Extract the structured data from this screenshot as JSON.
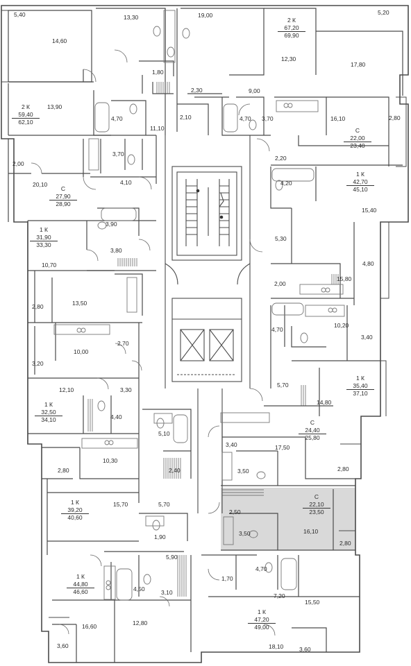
{
  "colors": {
    "wall": "#4a4a4a",
    "highlight": "#d9d9d9",
    "fixture": "#777777"
  },
  "areas": {
    "a_5_40": "5,40",
    "a_13_30": "13,30",
    "a_19_00": "19,00",
    "a_5_20": "5,20",
    "a_14_60": "14,60",
    "a_12_30": "12,30",
    "a_17_80": "17,80",
    "a_1_80": "1,80",
    "a_2_30": "2,30",
    "a_9_00": "9,00",
    "a_13_90": "13,90",
    "a_4_70_a": "4,70",
    "a_2_10": "2,10",
    "a_4_70_b": "4,70",
    "a_3_70_a": "3,70",
    "a_16_10_a": "16,10",
    "a_2_80_a": "2,80",
    "a_11_10": "11,10",
    "a_3_70_b": "3,70",
    "a_2_20": "2,20",
    "a_2_00_a": "2,00",
    "a_20_10": "20,10",
    "a_4_10": "4,10",
    "a_4_20": "4,20",
    "a_15_40": "15,40",
    "a_3_90": "3,90",
    "a_5_30": "5,30",
    "a_3_80": "3,80",
    "a_10_70": "10,70",
    "a_4_80": "4,80",
    "a_2_00_b": "2,00",
    "a_15_80": "15,80",
    "a_13_50": "13,50",
    "a_2_80_b": "2,80",
    "a_10_20": "10,20",
    "a_4_70_c": "4,70",
    "a_3_40_a": "3,40",
    "a_2_70": "2,70",
    "a_10_00": "10,00",
    "a_3_20": "3,20",
    "a_12_10": "12,10",
    "a_3_30": "3,30",
    "a_5_70_a": "5,70",
    "a_14_80": "14,80",
    "a_4_40": "4,40",
    "a_5_10": "5,10",
    "a_3_40_b": "3,40",
    "a_17_50": "17,50",
    "a_10_30": "10,30",
    "a_2_80_c": "2,80",
    "a_2_40": "2,40",
    "a_3_50_a": "3,50",
    "a_2_80_d": "2,80",
    "a_15_70": "15,70",
    "a_5_70_b": "5,70",
    "a_2_50": "2,50",
    "a_3_50_b": "3,50",
    "a_16_10_b": "16,10",
    "a_1_90": "1,90",
    "a_2_80_e": "2,80",
    "a_5_90": "5,90",
    "a_4_50": "4,50",
    "a_3_10": "3,10",
    "a_1_70": "1,70",
    "a_4_70_d": "4,70",
    "a_7_20": "7,20",
    "a_15_50": "15,50",
    "a_16_60": "16,60",
    "a_12_80": "12,80",
    "a_18_10": "18,10",
    "a_3_60_a": "3,60",
    "a_3_60_b": "3,60"
  },
  "apartments": [
    {
      "id": "apt-2k-67",
      "type": "2 К",
      "area": "67,20",
      "total": "69,90"
    },
    {
      "id": "apt-2k-59",
      "type": "2 К",
      "area": "59,40",
      "total": "62,10"
    },
    {
      "id": "apt-c-22-00",
      "type": "С",
      "area": "22,00",
      "total": "23,40"
    },
    {
      "id": "apt-c-27",
      "type": "С",
      "area": "27,90",
      "total": "28,90"
    },
    {
      "id": "apt-1k-42",
      "type": "1 К",
      "area": "42,70",
      "total": "45,10"
    },
    {
      "id": "apt-1k-31",
      "type": "1 К",
      "area": "31,90",
      "total": "33,30"
    },
    {
      "id": "apt-1k-35",
      "type": "1 К",
      "area": "35,40",
      "total": "37,10"
    },
    {
      "id": "apt-1k-32",
      "type": "1 К",
      "area": "32,50",
      "total": "34,10"
    },
    {
      "id": "apt-c-24",
      "type": "С",
      "area": "24,40",
      "total": "25,80"
    },
    {
      "id": "apt-1k-39",
      "type": "1 К",
      "area": "39,20",
      "total": "40,60"
    },
    {
      "id": "apt-c-22-10",
      "type": "С",
      "area": "22,10",
      "total": "23,50"
    },
    {
      "id": "apt-1k-44",
      "type": "1 К",
      "area": "44,80",
      "total": "46,60"
    },
    {
      "id": "apt-1k-47",
      "type": "1 К",
      "area": "47,20",
      "total": "49,00"
    }
  ]
}
